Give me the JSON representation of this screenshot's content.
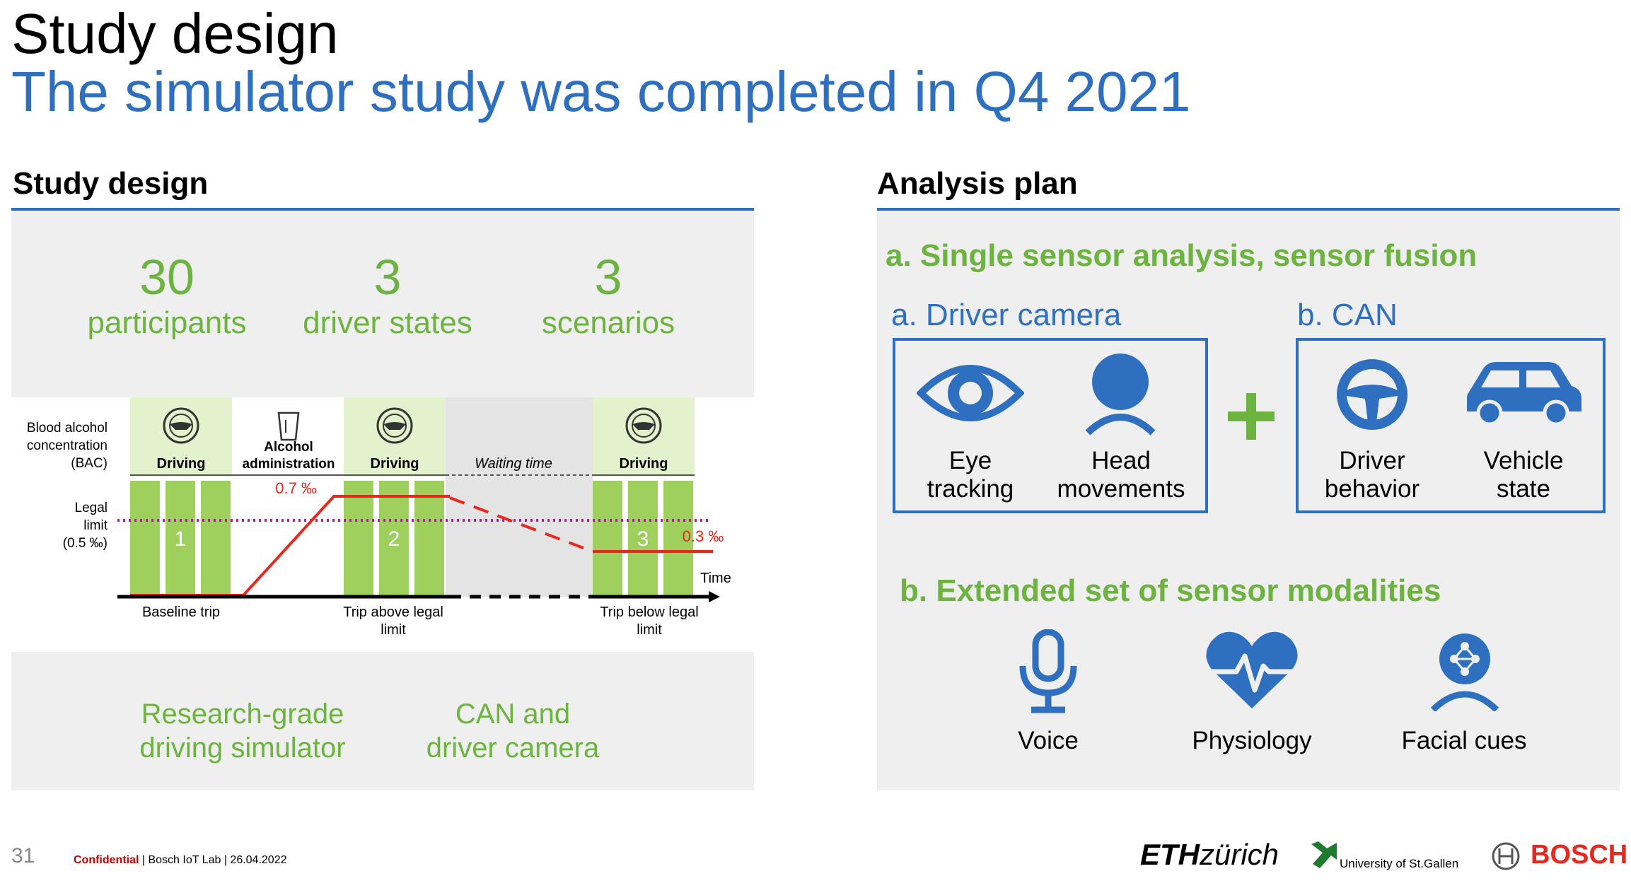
{
  "header": {
    "title": "Study design",
    "subtitle": "The simulator study was completed in Q4 2021"
  },
  "left": {
    "heading": "Study design",
    "stats": [
      {
        "number": "30",
        "label": "participants"
      },
      {
        "number": "3",
        "label": "driver states"
      },
      {
        "number": "3",
        "label": "scenarios"
      }
    ],
    "diagram": {
      "y_label": [
        "Blood alcohol",
        "concentration",
        "(BAC)"
      ],
      "legal_limit_label": [
        "Legal",
        "limit",
        "(0.5 ‰)"
      ],
      "phases": [
        "Driving",
        "Alcohol administration",
        "Driving",
        "Waiting time",
        "Driving"
      ],
      "bars": [
        "1",
        "2",
        "3"
      ],
      "peak_value": "0.7 ‰",
      "low_value": "0.3 ‰",
      "time_label": "Time",
      "trips": [
        "Baseline trip",
        "Trip above legal limit",
        "Trip below legal limit"
      ]
    },
    "bottom": [
      {
        "line1": "Research-grade",
        "line2": "driving simulator"
      },
      {
        "line1": "CAN and",
        "line2": "driver camera"
      }
    ]
  },
  "right": {
    "heading": "Analysis plan",
    "section_a": "a. Single sensor analysis, sensor fusion",
    "camera_heading": "a. Driver camera",
    "can_heading": "b. CAN",
    "camera_items": [
      {
        "icon": "eye-icon",
        "line1": "Eye",
        "line2": "tracking"
      },
      {
        "icon": "head-icon",
        "line1": "Head",
        "line2": "movements"
      }
    ],
    "can_items": [
      {
        "icon": "steering-wheel-icon",
        "line1": "Driver",
        "line2": "behavior"
      },
      {
        "icon": "car-icon",
        "line1": "Vehicle",
        "line2": "state"
      }
    ],
    "plus_symbol": "+",
    "section_b": "b. Extended set of sensor modalities",
    "modalities": [
      {
        "icon": "microphone-icon",
        "label": "Voice"
      },
      {
        "icon": "heart-pulse-icon",
        "label": "Physiology"
      },
      {
        "icon": "face-network-icon",
        "label": "Facial cues"
      }
    ]
  },
  "footer": {
    "page_number": "31",
    "confidential": "Confidential",
    "info": " | Bosch IoT Lab | 26.04.2022",
    "eth_bold": "ETH",
    "eth_rest": "zürich",
    "hsg": "University of St.Gallen",
    "bosch": "BOSCH"
  },
  "colors": {
    "accent_blue": "#2f6fbf",
    "green": "#6db33f",
    "red": "#e8281e",
    "panel_gray": "#efefef"
  }
}
